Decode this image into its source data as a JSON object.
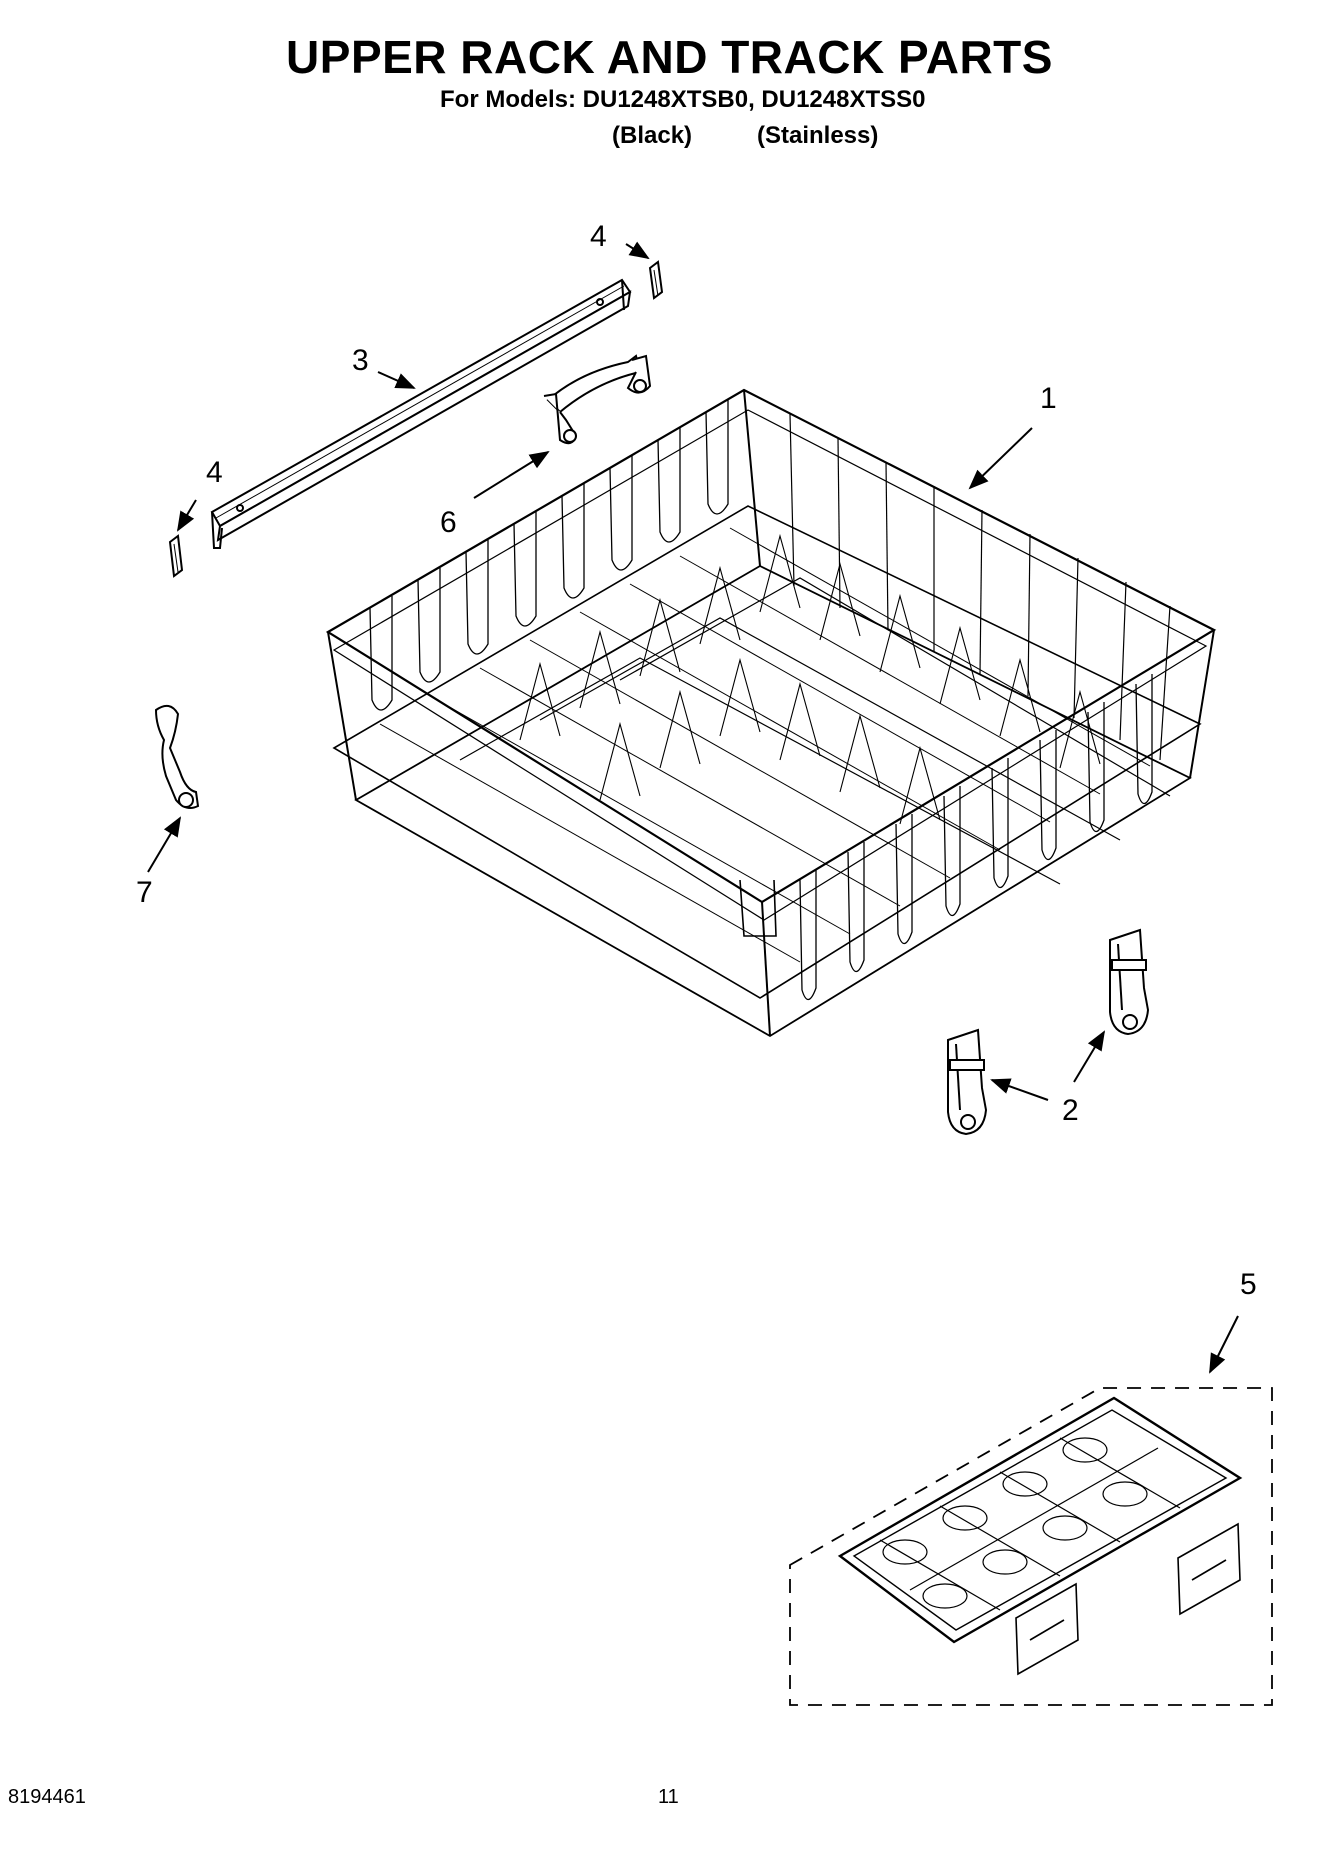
{
  "title": "UPPER RACK AND TRACK PARTS",
  "models_line": "For Models: DU1248XTSB0, DU1248XTSS0",
  "variants": {
    "black": "(Black)",
    "stainless": "(Stainless)"
  },
  "callouts": {
    "rack": "1",
    "roller_left": "2",
    "track": "3",
    "end_cap_top": "4",
    "end_cap_left": "4",
    "tray": "5",
    "adjuster": "6",
    "clip": "7"
  },
  "footer": {
    "doc_number": "8194461",
    "page_number": "11"
  }
}
